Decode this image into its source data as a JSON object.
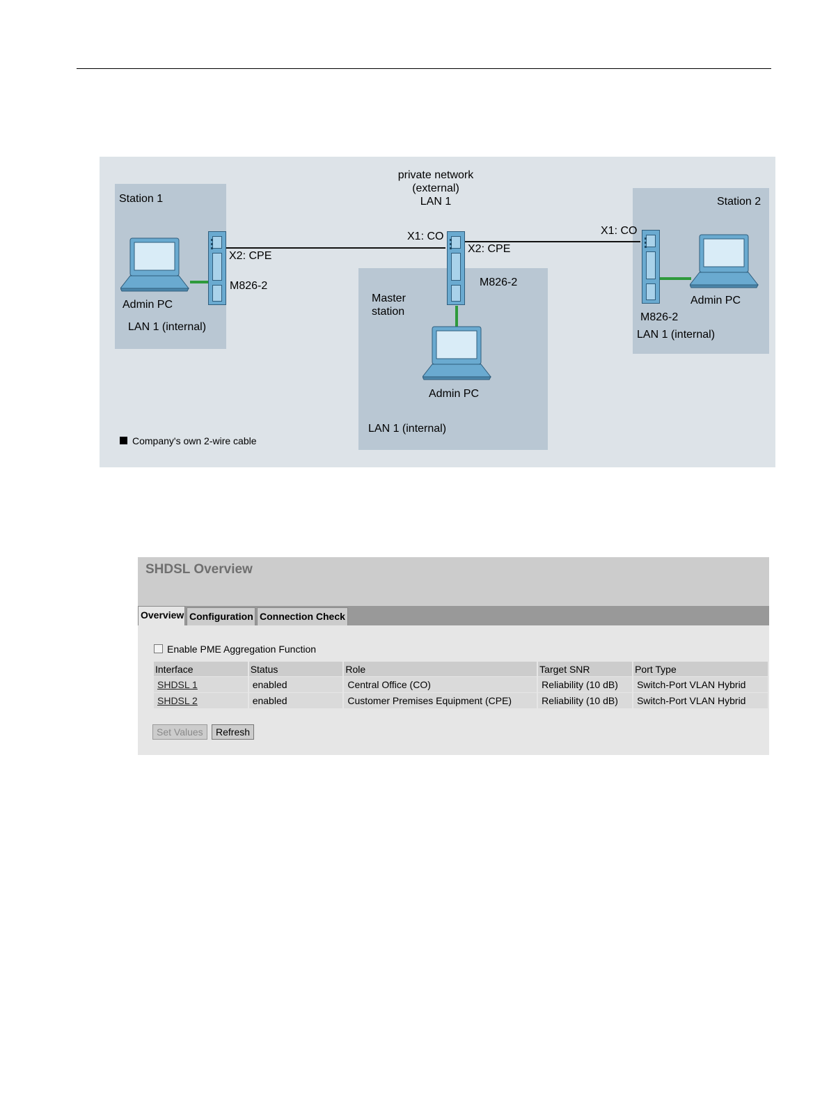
{
  "diagram": {
    "station1": {
      "title": "Station 1",
      "device_port": "X2: CPE",
      "device_model": "M826-2",
      "pc_label": "Admin PC",
      "lan_label": "LAN 1 (internal)"
    },
    "network": {
      "line1": "private network",
      "line2": "(external)",
      "line3": "LAN 1"
    },
    "master": {
      "port_co": "X1: CO",
      "port_cpe": "X2: CPE",
      "device_model": "M826-2",
      "title_line1": "Master",
      "title_line2": "station",
      "pc_label": "Admin PC",
      "lan_label": "LAN 1 (internal)"
    },
    "station2": {
      "title": "Station 2",
      "device_port": "X1: CO",
      "device_model": "M826-2",
      "pc_label": "Admin PC",
      "lan_label": "LAN 1 (internal)"
    },
    "legend": {
      "text": "Company's own 2-wire cable"
    },
    "colors": {
      "background": "#dde3e8",
      "zone": "#b9c7d3",
      "ethernet_link": "#2e9a3c",
      "device": "#6aaad0"
    }
  },
  "panel": {
    "title": "SHDSL Overview",
    "tabs": [
      "Overview",
      "Configuration",
      "Connection Check"
    ],
    "active_tab": "Overview",
    "checkbox_label": "Enable PME Aggregation Function",
    "checkbox_checked": false,
    "columns": [
      "Interface",
      "Status",
      "Role",
      "Target SNR",
      "Port Type"
    ],
    "rows": [
      {
        "interface": "SHDSL 1",
        "status": "enabled",
        "role": "Central Office (CO)",
        "target_snr": "Reliability (10 dB)",
        "port_type": "Switch-Port VLAN Hybrid"
      },
      {
        "interface": "SHDSL 2",
        "status": "enabled",
        "role": "Customer Premises Equipment (CPE)",
        "target_snr": "Reliability (10 dB)",
        "port_type": "Switch-Port VLAN Hybrid"
      }
    ],
    "buttons": {
      "set_values": "Set Values",
      "refresh": "Refresh"
    }
  }
}
